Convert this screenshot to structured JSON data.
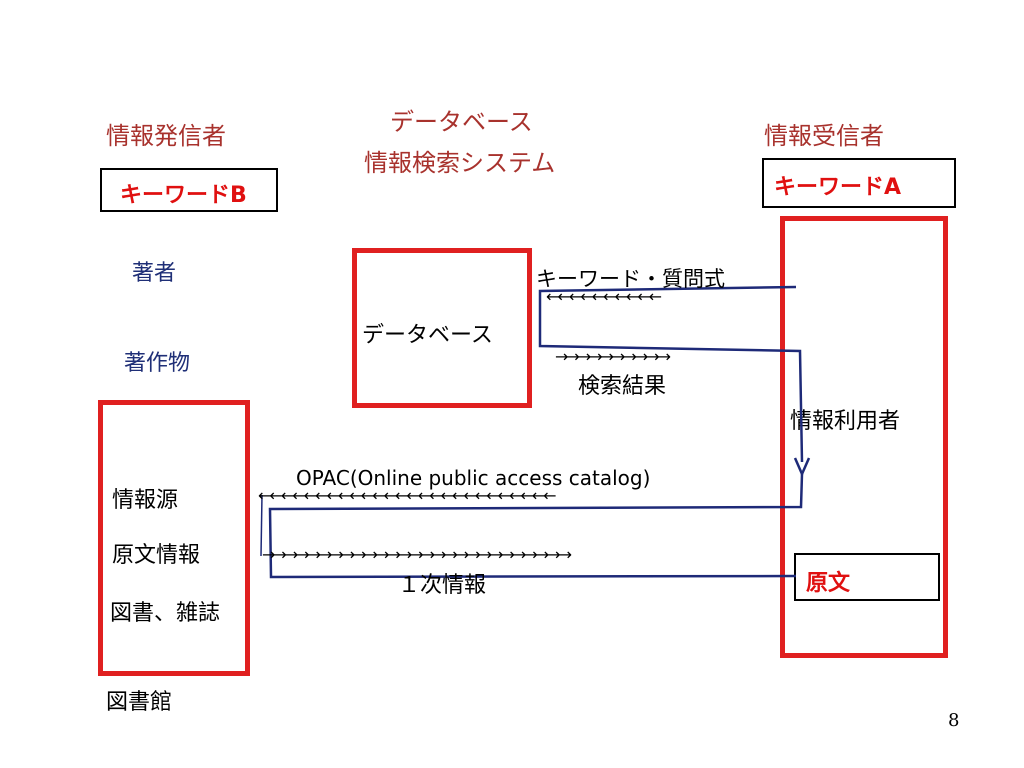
{
  "headers": {
    "sender": "情報発信者",
    "database_line1": "データベース",
    "database_line2": "情報検索システム",
    "receiver": "情報受信者"
  },
  "keywords": {
    "b": "キーワードB",
    "a": "キーワードA"
  },
  "left": {
    "author": "著者",
    "work": "著作物",
    "source": "情報源",
    "original_info": "原文情報",
    "books": "図書、雑誌",
    "library": "図書館"
  },
  "center": {
    "database_box": "データベース",
    "query_label": "キーワード・質問式",
    "query_arrows": "←←←←←←←←←←",
    "result_arrows": "→→→→→→→→→→",
    "result_label": "検索結果"
  },
  "right": {
    "user": "情報利用者",
    "original": "原文"
  },
  "bottom_flow": {
    "opac_label": "OPAC(Online public access catalog)",
    "opac_arrows": "←←←←←←←←←←←←←←←←←←←←←←←←←←",
    "primary_arrows": "→→→→→→→→→→→→→→→→→→→→→→→→→→→",
    "primary_label": "１次情報"
  },
  "page_number": "8",
  "colors": {
    "red_box": "#e02020",
    "red_text": "#e01010",
    "header_text": "#a8322d",
    "navy": "#1f2f77",
    "line": "#1e2a78"
  }
}
